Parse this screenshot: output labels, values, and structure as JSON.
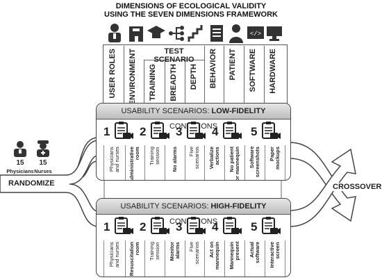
{
  "title": {
    "line1": "DIMENSIONS OF ECOLOGICAL VALIDITY",
    "line2": "USING THE SEVEN DIMENSIONS FRAMEWORK"
  },
  "dimensions": {
    "user_roles": "USER ROLES",
    "environment": "ENVIRONMENT",
    "test_scenario": "TEST SCENARIO",
    "training": "TRAINING",
    "breadth": "BREADTH",
    "depth": "DEPTH",
    "behavior": "BEHAVIOR",
    "patient": "PATIENT",
    "software": "SOFTWARE",
    "hardware": "HARDWARE"
  },
  "icons": [
    "doctor-icon",
    "hospital-icon",
    "graduation-cap-icon",
    "hierarchy-icon",
    "stairs-icon",
    "checklist-icon",
    "patient-icon",
    "code-icon",
    "computer-icon"
  ],
  "low_fidelity": {
    "title_prefix": "USABILITY SCENARIOS: ",
    "title_bold": "LOW-FIDELITY",
    "title_suffix": " CONDITIONS",
    "steps": [
      "1",
      "2",
      "3",
      "4",
      "5"
    ],
    "cells": [
      {
        "text": "Physicians\nand nurses",
        "bold": false
      },
      {
        "text": "Administrative\nroom",
        "bold": true
      },
      {
        "text": "Training\nsession",
        "bold": false
      },
      {
        "text": "No alarms",
        "bold": true
      },
      {
        "text": "Five\nscenarios",
        "bold": false
      },
      {
        "text": "Verbalize\nactions",
        "bold": true
      },
      {
        "text": "No patient\nor mannequin",
        "bold": true
      },
      {
        "text": "Software\nscreenshots",
        "bold": true
      },
      {
        "text": "Paper\nmockups",
        "bold": true
      }
    ]
  },
  "high_fidelity": {
    "title_prefix": "USABILITY SCENARIOS: ",
    "title_bold": "HIGH-FIDELITY",
    "title_suffix": " CONDITIONS",
    "steps": [
      "1",
      "2",
      "3",
      "4",
      "5"
    ],
    "cells": [
      {
        "text": "Physicians\nand nurses",
        "bold": false
      },
      {
        "text": "Resuscitation\nroom",
        "bold": true
      },
      {
        "text": "Training\nsession",
        "bold": false
      },
      {
        "text": "Monitor\nalarms",
        "bold": true
      },
      {
        "text": "Five\nscenarios",
        "bold": false
      },
      {
        "text": "Act on\nmannequin",
        "bold": true
      },
      {
        "text": "Mannequin\npresent",
        "bold": true
      },
      {
        "text": "Actual\nsoftware",
        "bold": true
      },
      {
        "text": "Interactive\nscreen",
        "bold": true
      }
    ]
  },
  "participants": {
    "physicians_count": "15",
    "physicians_label": "Physicians",
    "nurses_count": "15",
    "nurses_label": "Nurses"
  },
  "labels": {
    "randomize": "RANDOMIZE",
    "crossover": "CROSSOVER"
  }
}
